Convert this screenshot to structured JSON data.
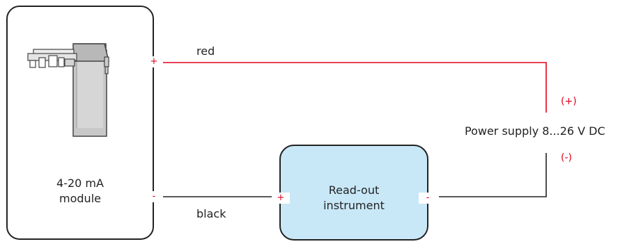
{
  "module": {
    "label": "4-20 mA\nmodule",
    "terminal_plus": "+",
    "terminal_minus": "-"
  },
  "wires": {
    "red_label": "red",
    "black_label": "black"
  },
  "instrument": {
    "label": "Read-out\ninstrument",
    "terminal_plus": "+",
    "terminal_minus": "-"
  },
  "power_supply": {
    "label": "Power supply 8...26 V DC",
    "plus_label": "(+)",
    "minus_label": "(-)"
  },
  "colors": {
    "wire_red": "#e2001a",
    "wire_black": "#222222",
    "instrument_fill": "#c8e8f8",
    "device_gray": "#c8c8c8"
  }
}
